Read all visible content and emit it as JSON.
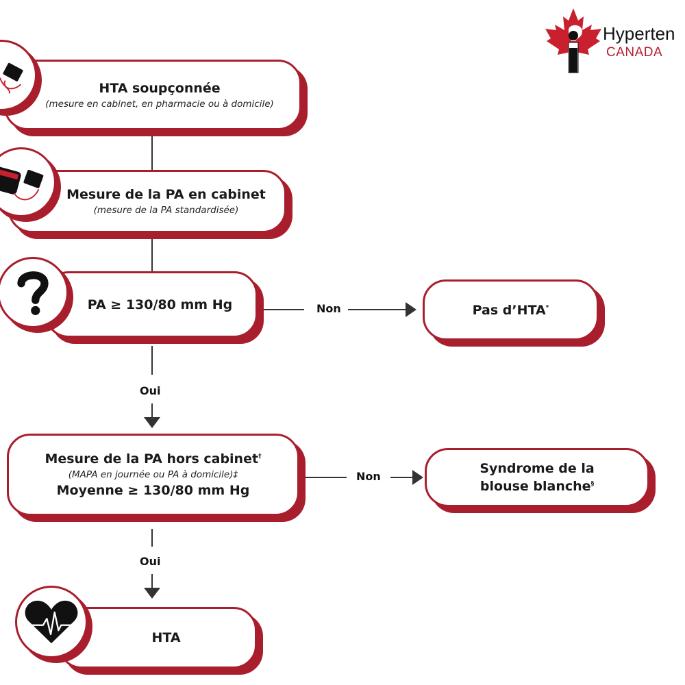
{
  "logo": {
    "line1": "Hyperten",
    "line2": "CANADA",
    "brand_red": "#b71c2c"
  },
  "colors": {
    "accent": "#a91e2c",
    "connector": "#333333"
  },
  "nodes": {
    "suspected": {
      "title": "HTA soupçonnée",
      "subtitle": "(mesure en cabinet, en pharmacie ou à domicile)",
      "icon": "blood-pressure-cuff-icon"
    },
    "office_measure": {
      "title": "Mesure de la PA en cabinet",
      "subtitle": "(mesure de la PA standardisée)",
      "icon": "blood-pressure-monitor-icon"
    },
    "threshold": {
      "title": "PA ≥ 130/80 mm Hg",
      "icon": "question-mark-icon"
    },
    "no_hta": {
      "title": "Pas d’HTA",
      "sup": "*"
    },
    "out_of_office": {
      "title": "Mesure de la PA hors cabinet",
      "title_sup": "†",
      "subtitle": "(MAPA en journée ou PA à domicile)‡",
      "title2": "Moyenne ≥ 130/80 mm Hg"
    },
    "white_coat": {
      "line1": "Syndrome de la",
      "line2": "blouse blanche",
      "sup": "§"
    },
    "hta": {
      "title": "HTA",
      "icon": "heart-ecg-icon"
    }
  },
  "edges": {
    "threshold_no": "Non",
    "threshold_yes": "Oui",
    "out_no": "Non",
    "out_yes": "Oui"
  }
}
